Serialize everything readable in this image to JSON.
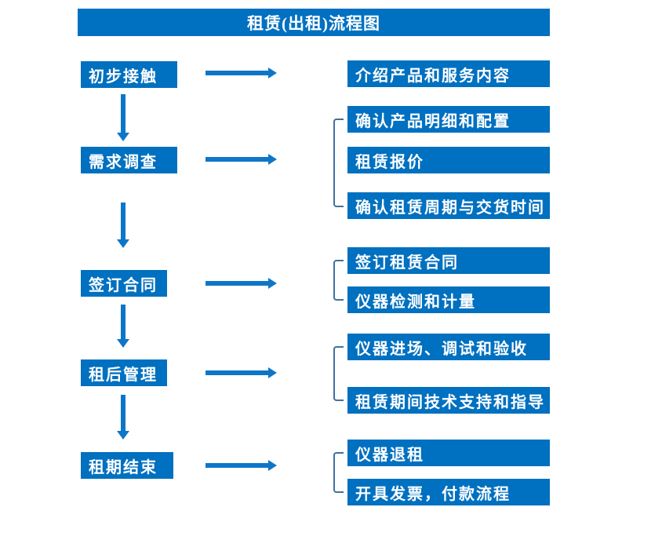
{
  "title": "租赁(出租)流程图",
  "colors": {
    "box-blue": "#0070C0",
    "arrow-blue": "#0E76C8",
    "bracket-blue": "#41719C",
    "box-text": "#FFFFFF",
    "page-bg": "#FFFFFF"
  },
  "flow": {
    "stages": [
      {
        "label": "初步接触",
        "outputs": [
          "介绍产品和服务内容"
        ]
      },
      {
        "label": "需求调查",
        "outputs": [
          "确认产品明细和配置",
          "租赁报价",
          "确认租赁周期与交货时间"
        ]
      },
      {
        "label": "签订合同",
        "outputs": [
          "签订租赁合同",
          "仪器检测和计量"
        ]
      },
      {
        "label": "租后管理",
        "outputs": [
          "仪器进场、调试和验收",
          "租赁期间技术支持和指导"
        ]
      },
      {
        "label": "租期结束",
        "outputs": [
          "仪器退租",
          "开具发票，付款流程"
        ]
      }
    ]
  }
}
